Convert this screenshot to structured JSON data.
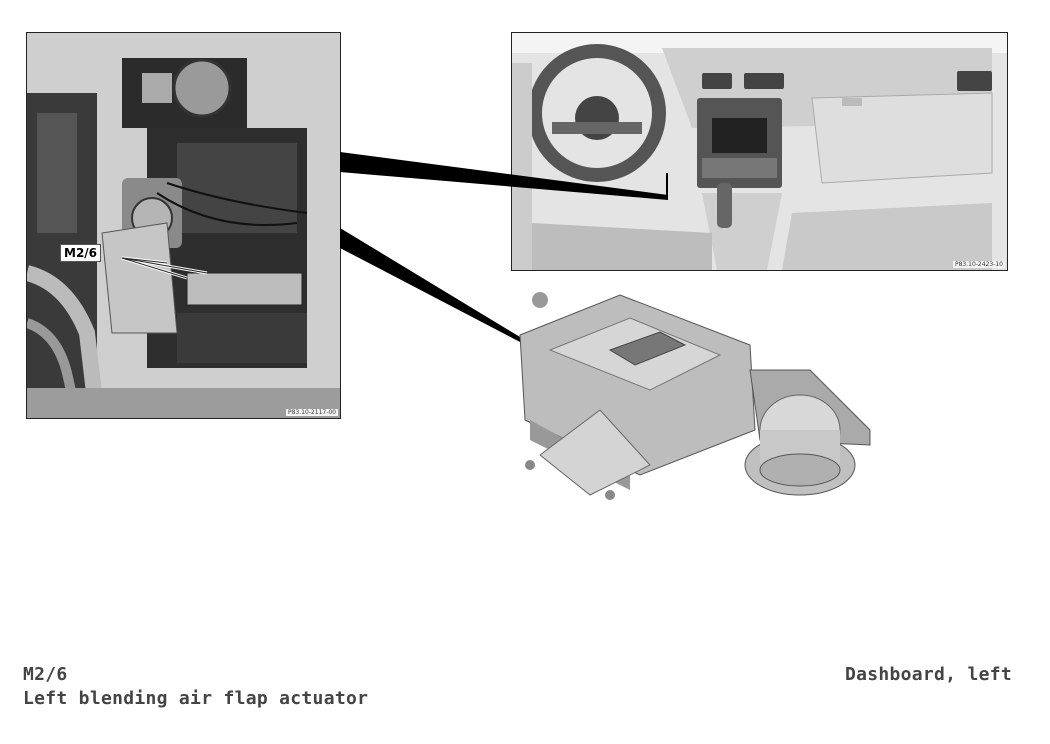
{
  "photos": {
    "left": {
      "ref": "P83.10-2117-00",
      "callout": "M2/6"
    },
    "right": {
      "ref": "P83.10-2423-10"
    }
  },
  "caption": {
    "code": "M2/6",
    "name": "Left blending air flap actuator",
    "location": "Dashboard, left"
  }
}
